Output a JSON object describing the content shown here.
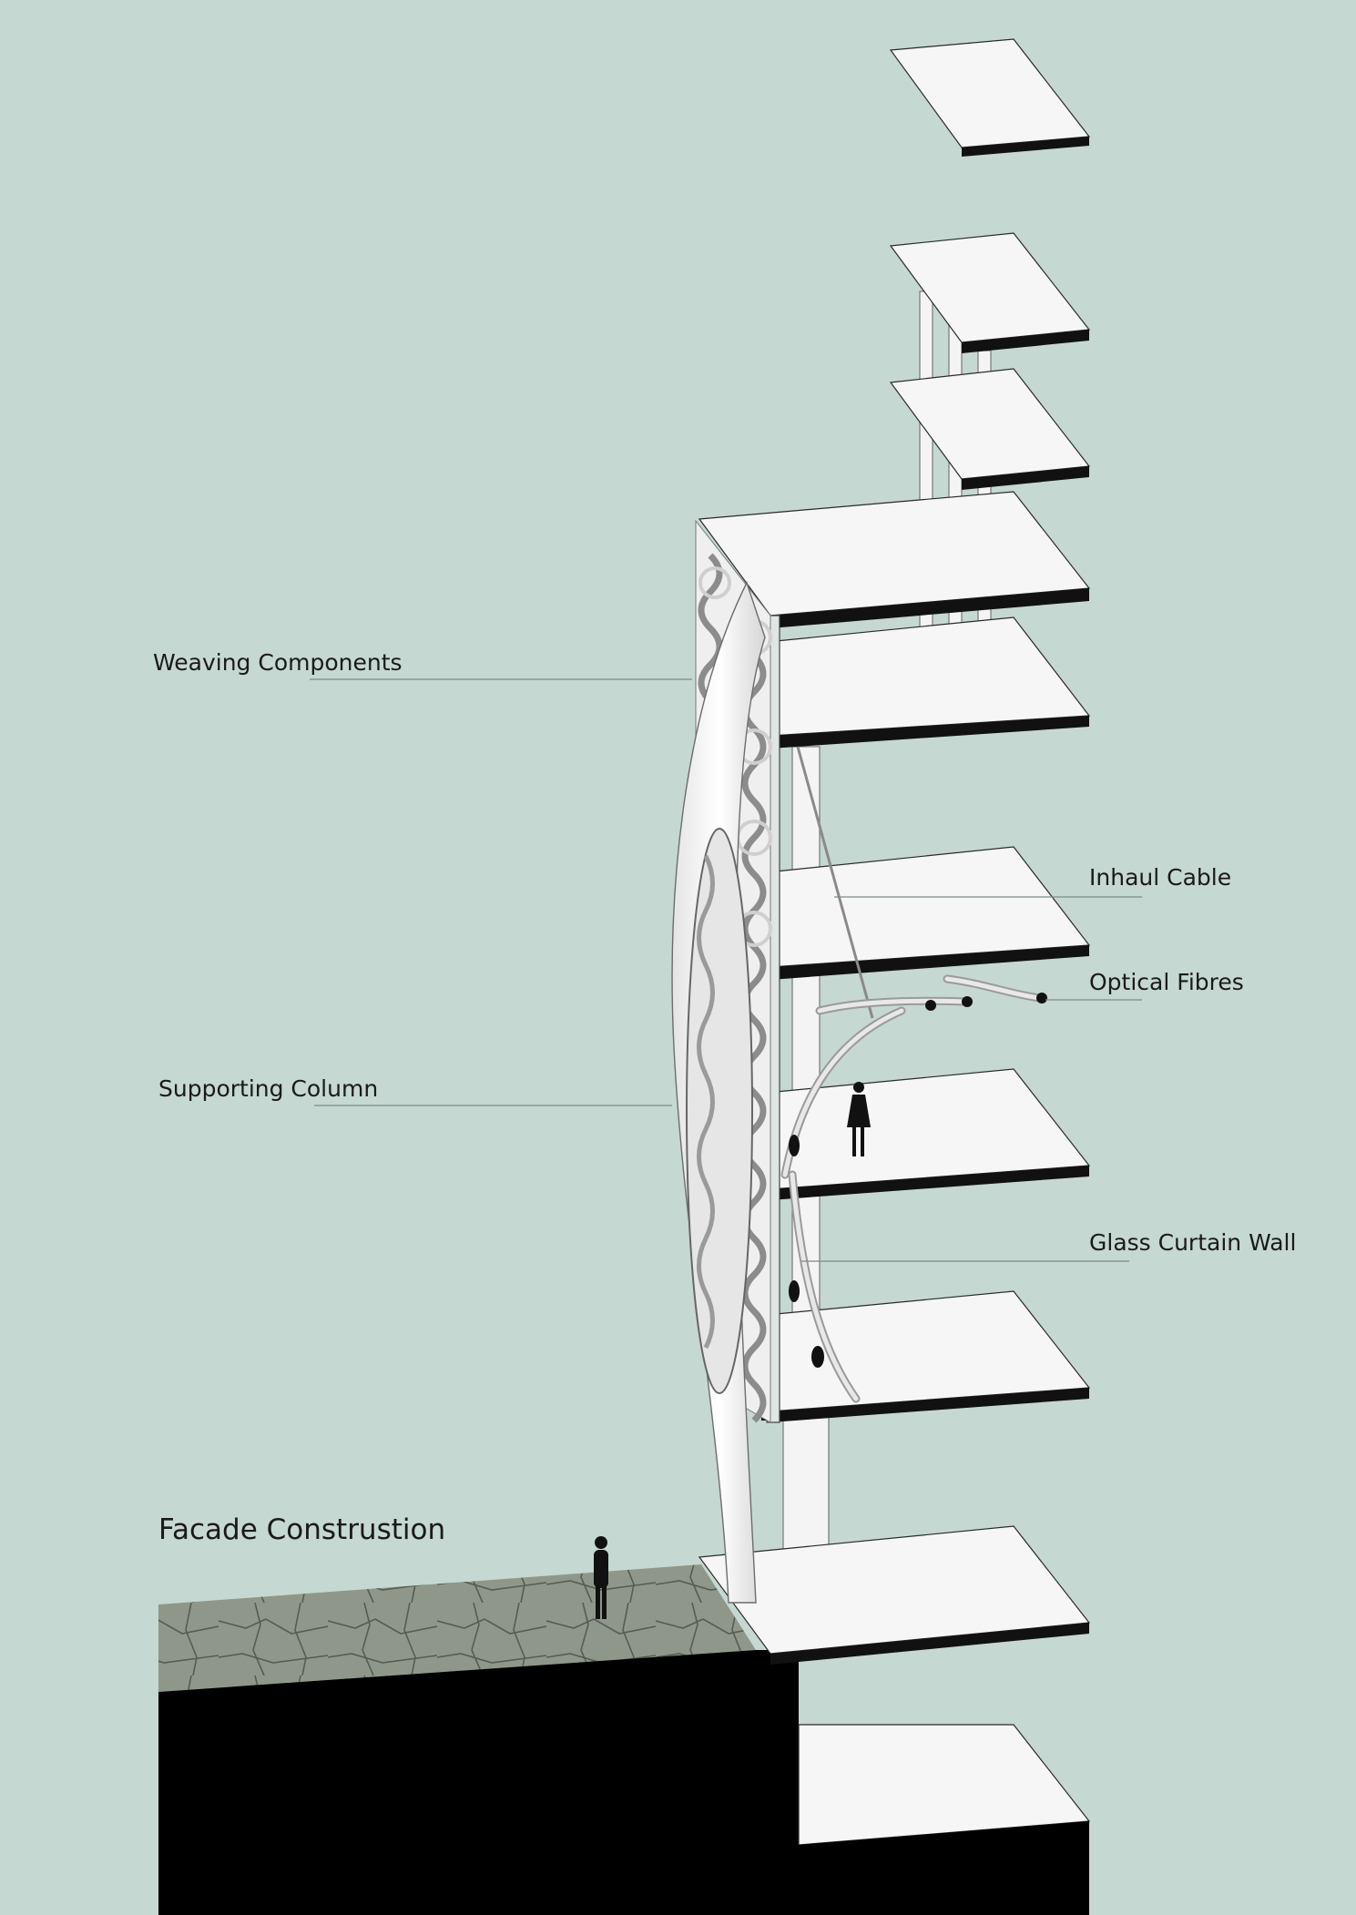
{
  "title": "Facade Construstion",
  "labels": {
    "weaving_components": "Weaving Components",
    "supporting_column": "Supporting Column",
    "inhaul_cable": "Inhaul Cable",
    "optical_fibres": "Optical Fibres",
    "glass_curtain_wall": "Glass Curtain Wall"
  },
  "colors": {
    "background": "#c5d8d1",
    "slab": "#f6f6f6",
    "slab_edge": "#111111",
    "ground": "#8e9587",
    "basement": "#000000"
  }
}
